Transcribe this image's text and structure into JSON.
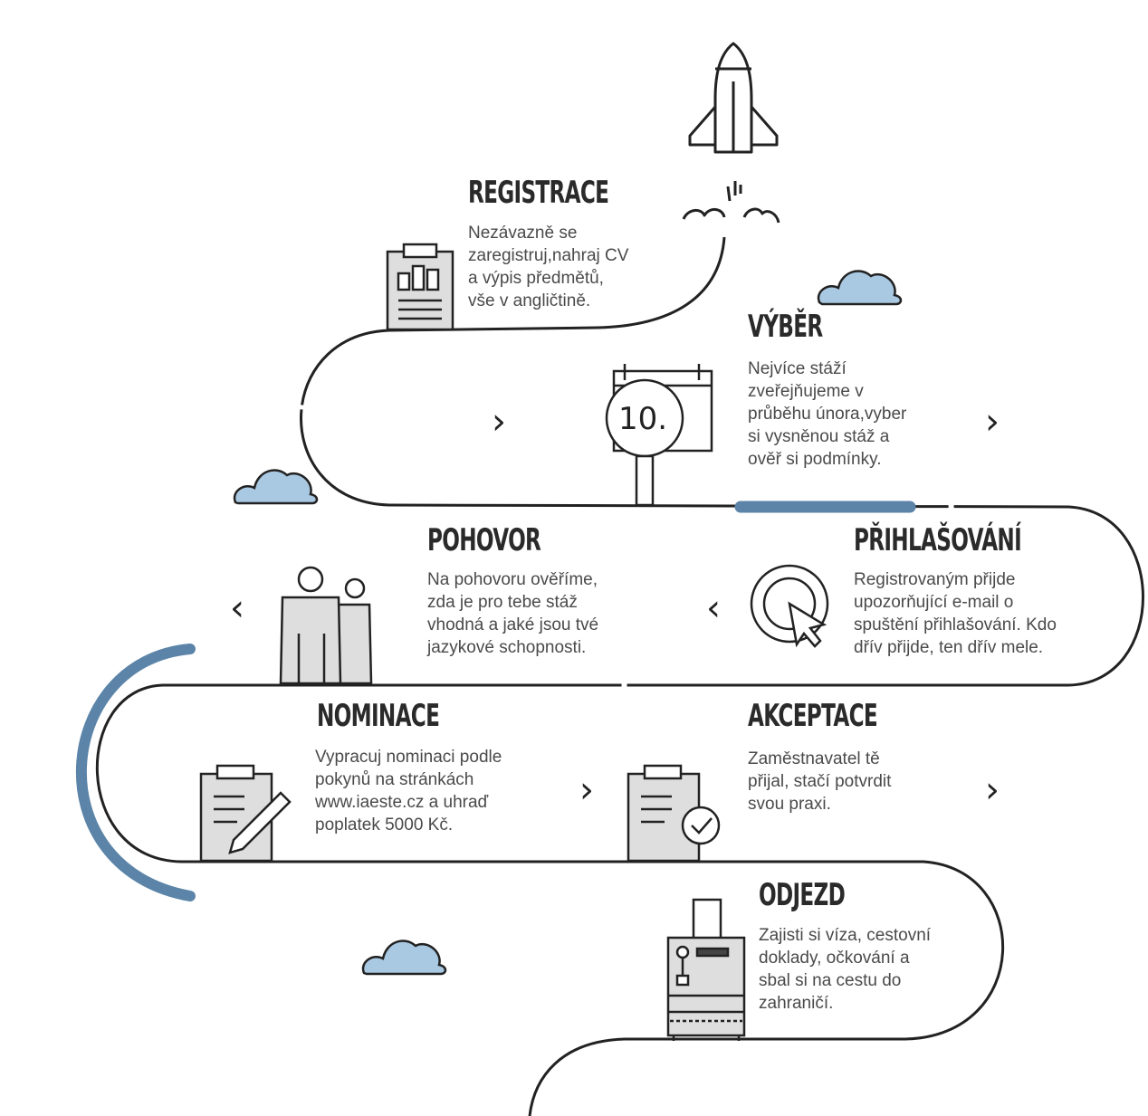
{
  "colors": {
    "line": "#222222",
    "accent": "#5b84a8",
    "cloud": "#a9c8e2",
    "icon_fill": "#dedede"
  },
  "steps": [
    {
      "title": "REGISTRACE",
      "text": "Nezávazně se\nzaregistruj,nahraj CV\na výpis předmětů,\nvše v angličtině.",
      "icon": "clipboard-chart-icon"
    },
    {
      "title": "VÝBĚR",
      "text": "Nejvíce stáží\nzveřejňujeme v\nprůběhu února,vyber\nsi vysněnou stáž a\nověř si podmínky.",
      "icon": "calendar-magnifier-icon",
      "badge": "10."
    },
    {
      "title": "PŘIHLAŠOVÁNÍ",
      "text": "Registrovaným přijde\nupozorňující e-mail o\nspuštění přihlašování. Kdo\ndřív přijde, ten dřív mele.",
      "icon": "click-cursor-icon"
    },
    {
      "title": "POHOVOR",
      "text": "Na pohovoru ověříme,\nzda je pro tebe stáž\nvhodná a jaké jsou tvé\njazykové schopnosti.",
      "icon": "people-icon"
    },
    {
      "title": "NOMINACE",
      "text": "Vypracuj nominaci podle\npokynů na stránkách\nwww.iaeste.cz a uhraď\npoplatek 5000 Kč.",
      "icon": "clipboard-pen-icon"
    },
    {
      "title": "AKCEPTACE",
      "text": "Zaměstnavatel tě\npřijal, stačí potvrdit\nsvou praxi.",
      "icon": "clipboard-check-icon"
    },
    {
      "title": "ODJEZD",
      "text": "Zajisti si víza, cestovní\ndoklady, očkování a\nsbal si na cestu do\nzahraničí.",
      "icon": "suitcase-icon"
    }
  ],
  "arrows": {
    "right": "›",
    "left": "‹"
  }
}
